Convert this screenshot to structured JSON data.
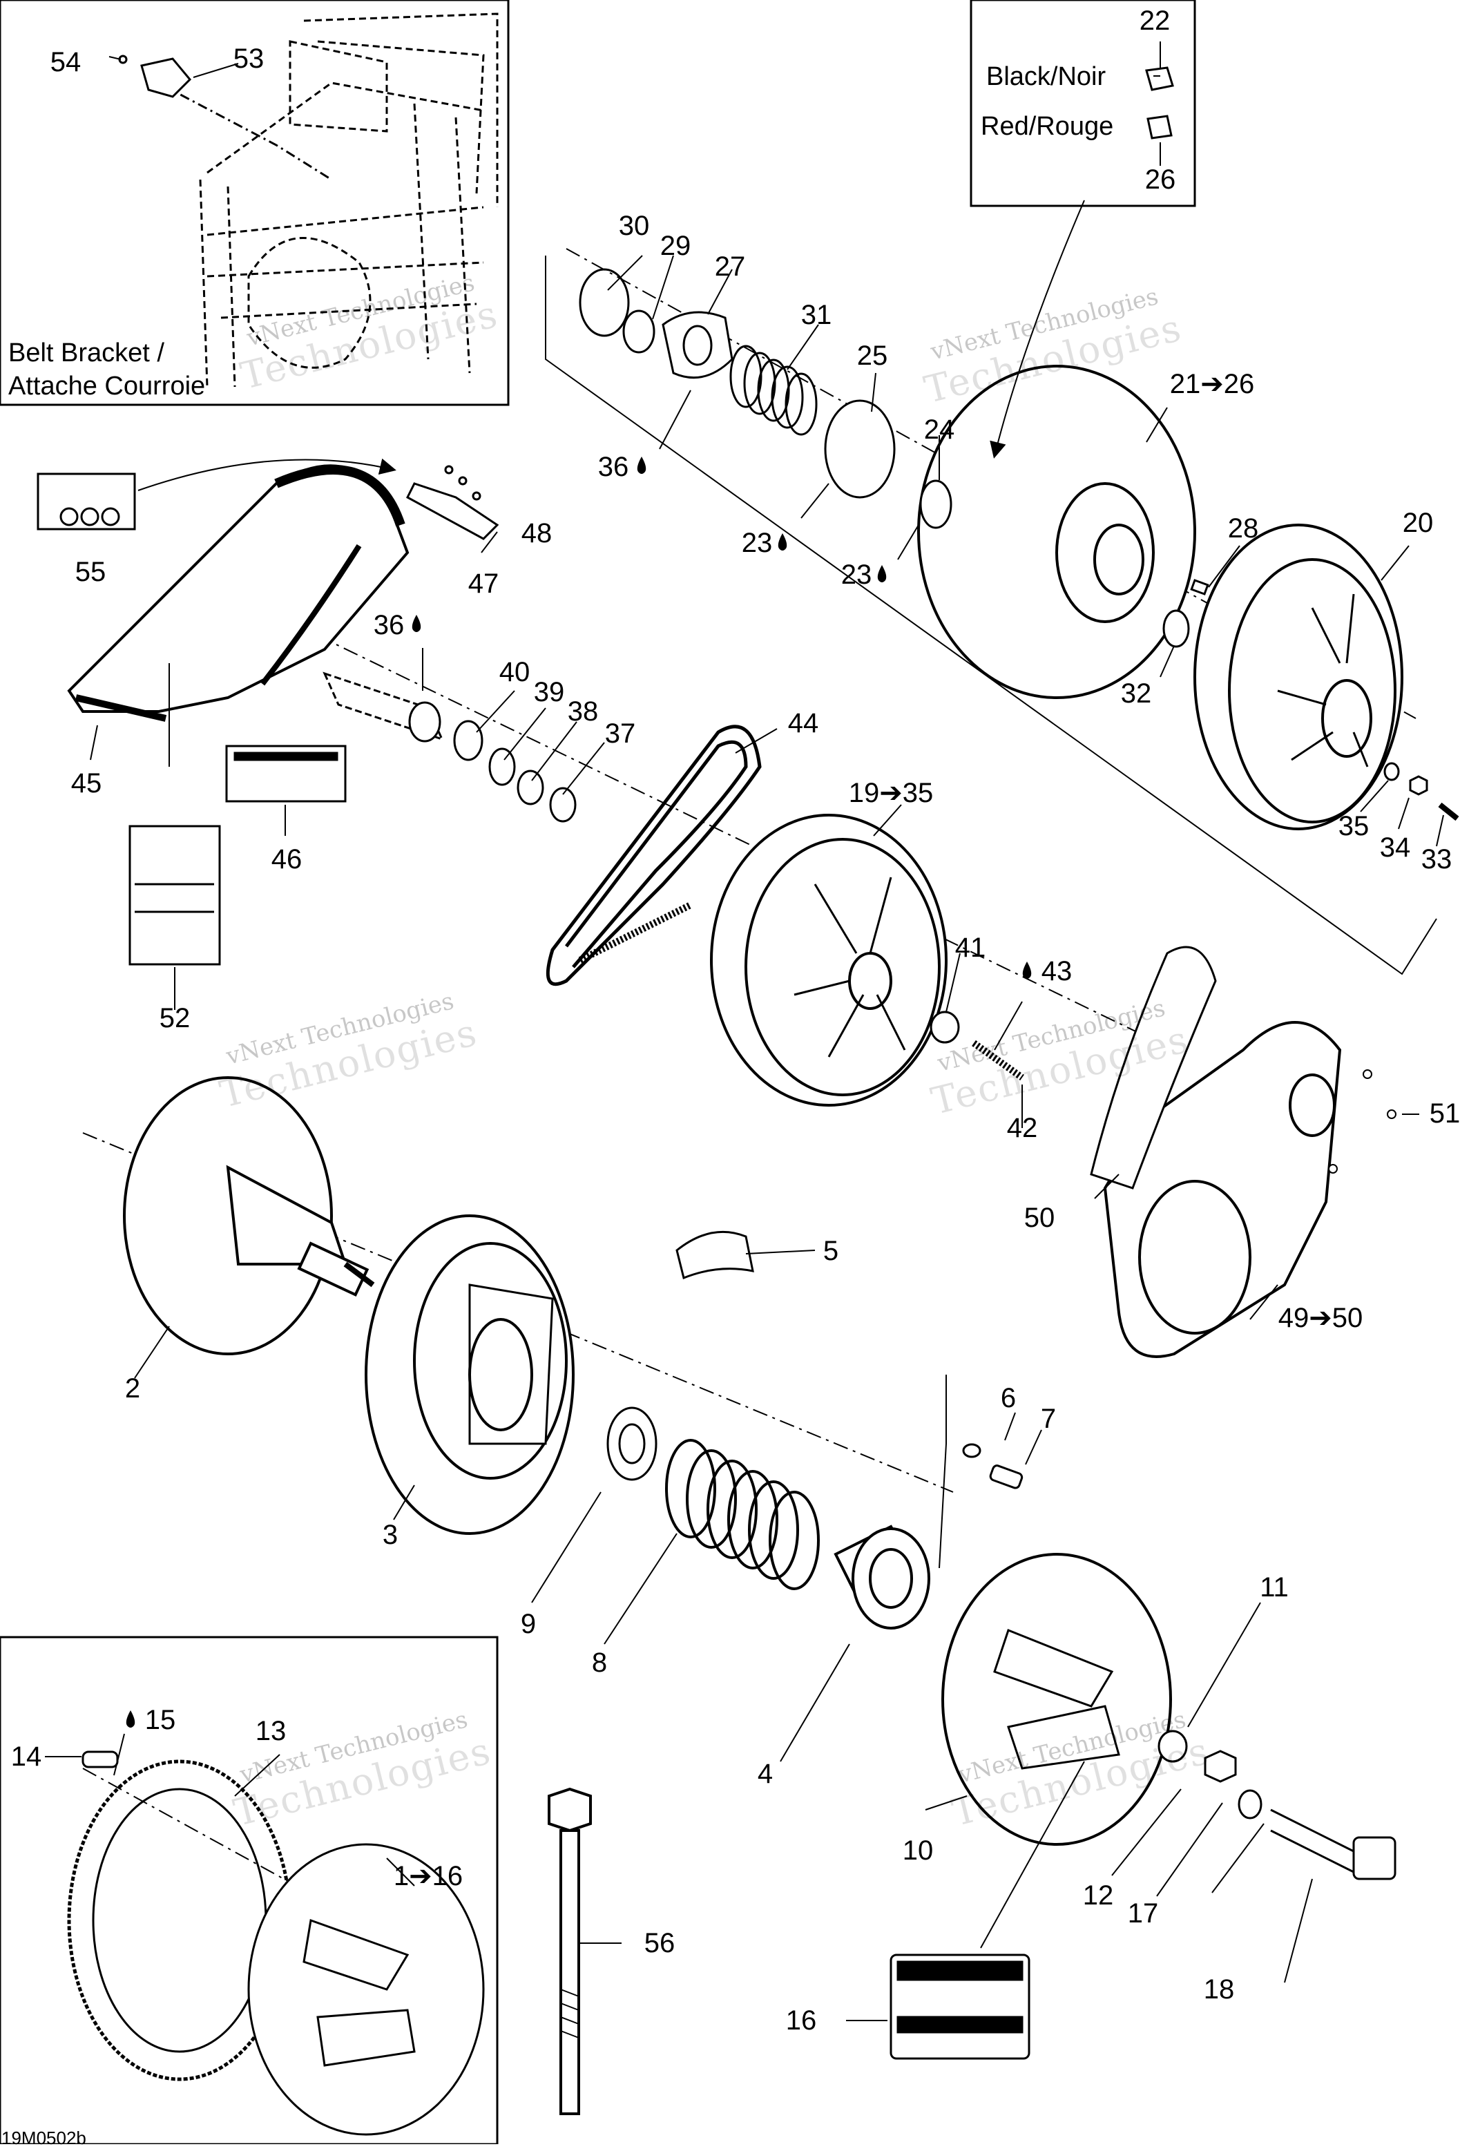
{
  "insets": {
    "belt_bracket_line1": "Belt Bracket /",
    "belt_bracket_line2": "Attache Courroie",
    "wire_black": "Black/Noir",
    "wire_red": "Red/Rouge"
  },
  "callouts": {
    "p1_16": "1➔16",
    "p2": "2",
    "p3": "3",
    "p4": "4",
    "p5": "5",
    "p6": "6",
    "p7": "7",
    "p8": "8",
    "p9": "9",
    "p10": "10",
    "p11": "11",
    "p12": "12",
    "p13": "13",
    "p14": "14",
    "p15": "15",
    "p16": "16",
    "p17": "17",
    "p18": "18",
    "p19_35": "19➔35",
    "p20": "20",
    "p21_26": "21➔26",
    "p22": "22",
    "p23a": "23",
    "p23b": "23",
    "p24": "24",
    "p25": "25",
    "p26": "26",
    "p27": "27",
    "p28": "28",
    "p29": "29",
    "p30": "30",
    "p31": "31",
    "p32": "32",
    "p33": "33",
    "p34": "34",
    "p35": "35",
    "p36a": "36",
    "p36b": "36",
    "p37": "37",
    "p38": "38",
    "p39": "39",
    "p40": "40",
    "p41": "41",
    "p42": "42",
    "p43": "43",
    "p44": "44",
    "p45": "45",
    "p46": "46",
    "p47": "47",
    "p48": "48",
    "p49_50": "49➔50",
    "p50": "50",
    "p51": "51",
    "p52": "52",
    "p53": "53",
    "p54": "54",
    "p55": "55",
    "p56": "56"
  },
  "watermark": {
    "line1": "vNext Technologies",
    "line2": "Technologies"
  },
  "diagram_code": "19M0502b",
  "icons": {
    "liquid": "liquid-drop-icon",
    "arrow": "right-arrow-icon"
  }
}
